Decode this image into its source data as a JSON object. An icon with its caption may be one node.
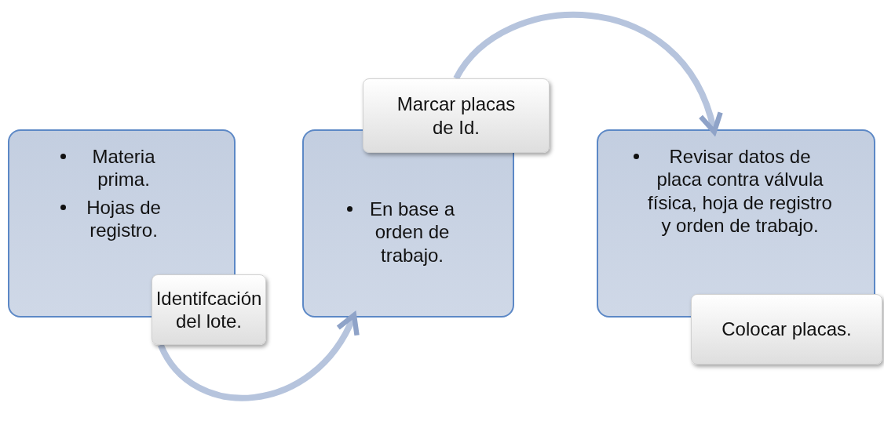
{
  "diagram": {
    "nodes": [
      {
        "text": [
          "Materia prima.",
          "Hojas de registro."
        ]
      },
      {
        "text": [
          "Identifcación del lote."
        ]
      },
      {
        "text": [
          "Marcar placas de Id."
        ]
      },
      {
        "text": [
          "En base a orden de trabajo."
        ]
      },
      {
        "text": [
          "Revisar datos de placa contra válvula física, hoja de registro y orden de trabajo."
        ]
      },
      {
        "text": [
          "Colocar placas."
        ]
      }
    ],
    "edges": [
      {
        "from": 1,
        "to": 3,
        "arrow": "to"
      },
      {
        "from": 2,
        "to": 4,
        "arrow": "to"
      }
    ]
  }
}
